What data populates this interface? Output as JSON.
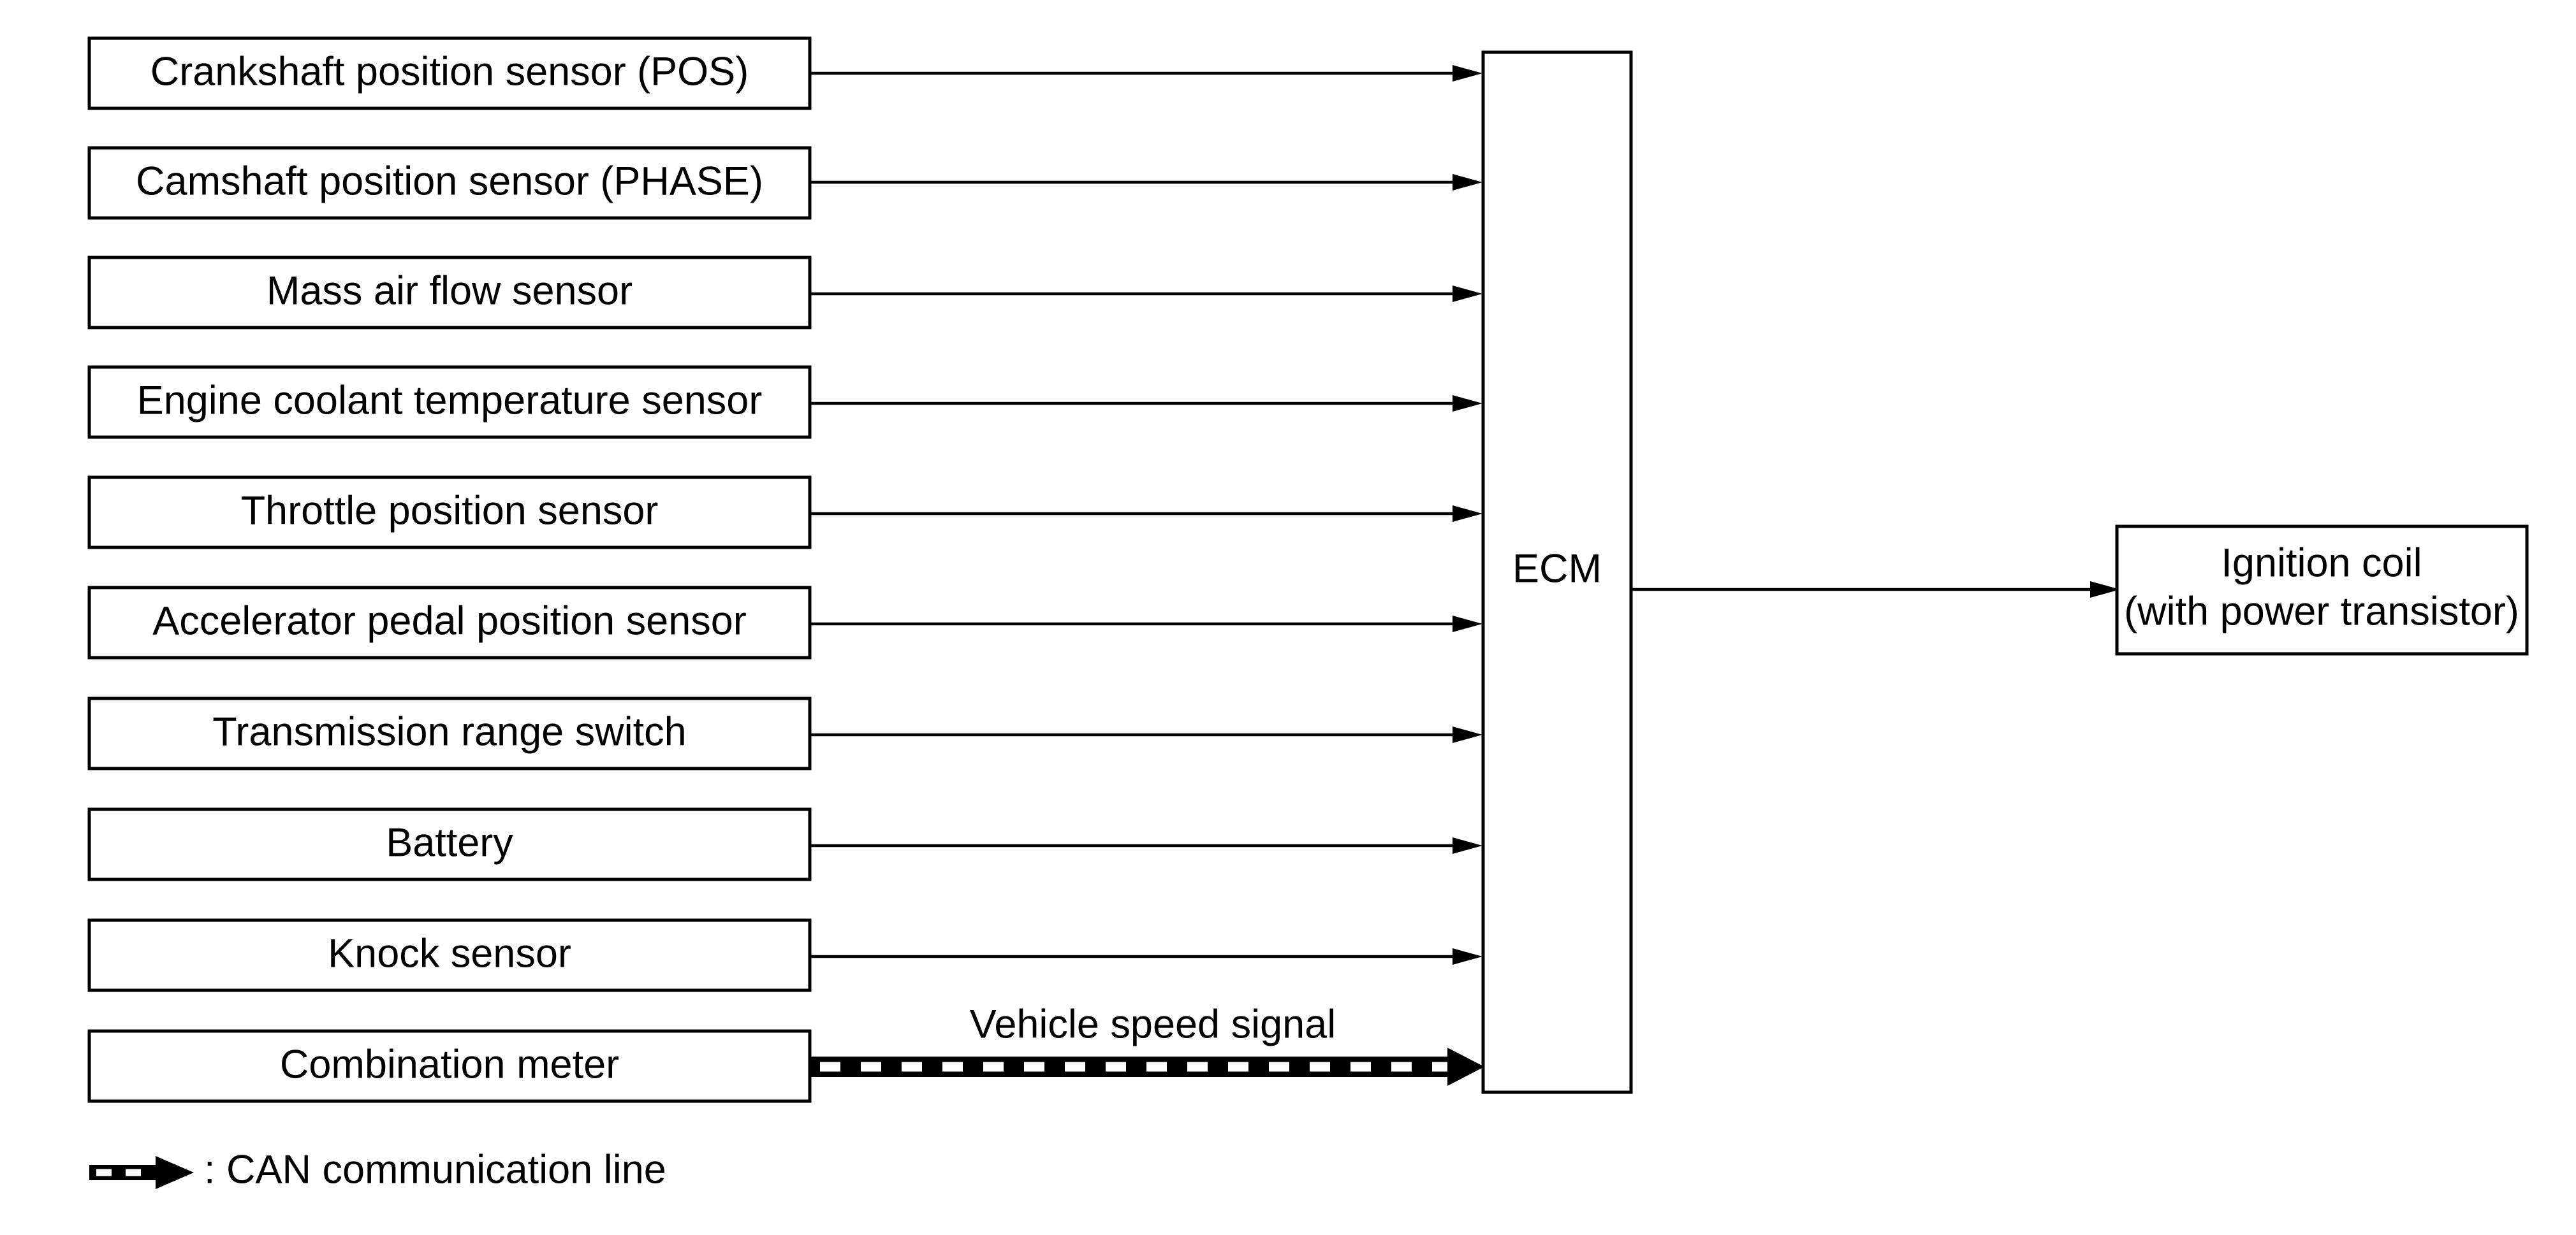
{
  "inputs": [
    "Crankshaft position sensor (POS)",
    "Camshaft position sensor (PHASE)",
    "Mass air flow sensor",
    "Engine coolant temperature sensor",
    "Throttle position sensor",
    "Accelerator pedal position sensor",
    "Transmission range switch",
    "Battery",
    "Knock sensor",
    "Combination meter"
  ],
  "can_signal_label": "Vehicle speed signal",
  "ecm_label": "ECM",
  "output": {
    "line1": "Ignition coil",
    "line2": "(with power transistor)"
  },
  "legend": {
    "text": ": CAN communication line"
  }
}
